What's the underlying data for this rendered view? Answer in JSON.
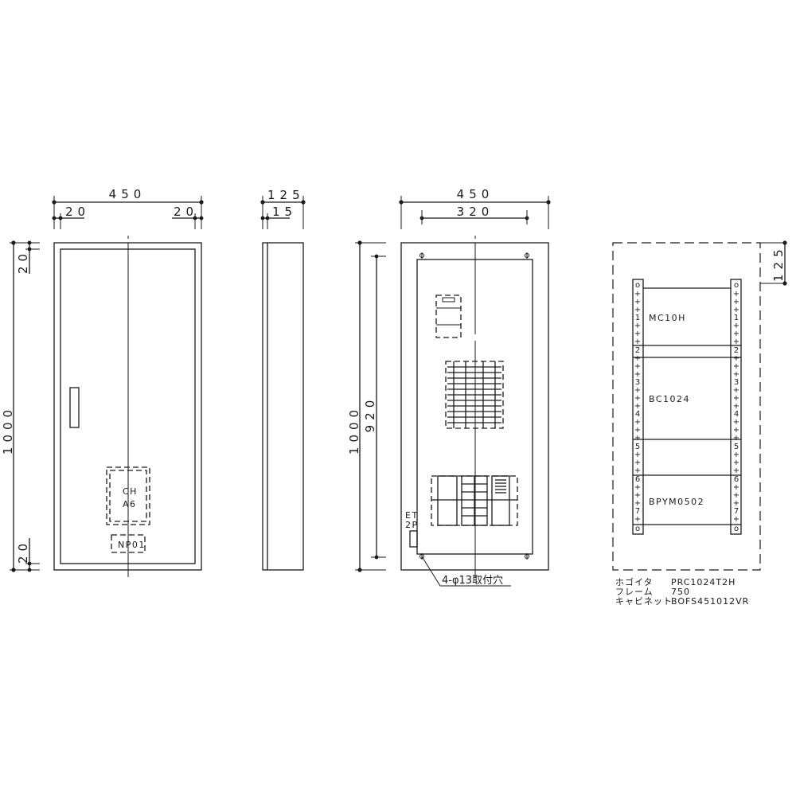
{
  "drawing": {
    "front_view": {
      "dims": {
        "width": "450",
        "left_margin": "20",
        "right_margin": "20",
        "height": "1000",
        "top_margin": "20",
        "bottom_margin": "20"
      },
      "components": {
        "ch_line1": "CH",
        "ch_line2": "A6",
        "nameplate": "NP01"
      }
    },
    "side_view": {
      "dims": {
        "depth": "125",
        "door_thickness": "15"
      }
    },
    "interior_view": {
      "dims": {
        "width": "450",
        "inner_width": "320",
        "height": "1000",
        "inner_height": "920"
      },
      "labels": {
        "et_line1": "ET",
        "et_line2": "2P"
      },
      "mounting_note": "4-φ13取付穴"
    },
    "frame_view": {
      "dims": {
        "top_offset": "125"
      },
      "modules": [
        {
          "name": "MC10H"
        },
        {
          "name": "BC1024"
        },
        {
          "name": "BPYM0502"
        }
      ],
      "rail_markings": [
        "o",
        "+",
        "+",
        "+",
        "1",
        "+",
        "+",
        "+",
        "2",
        "+",
        "+",
        "3",
        "+",
        "+",
        "4",
        "+",
        "+",
        "5",
        "+",
        "+",
        "+",
        "6",
        "+",
        "+",
        "+",
        "7",
        "+",
        "o"
      ]
    },
    "spec_table": [
      {
        "label": "ホゴイタ",
        "value": "PRC1024T2H"
      },
      {
        "label": "フレーム",
        "value": "750"
      },
      {
        "label": "キャビネット",
        "value": "BOFS451012VR"
      }
    ]
  }
}
